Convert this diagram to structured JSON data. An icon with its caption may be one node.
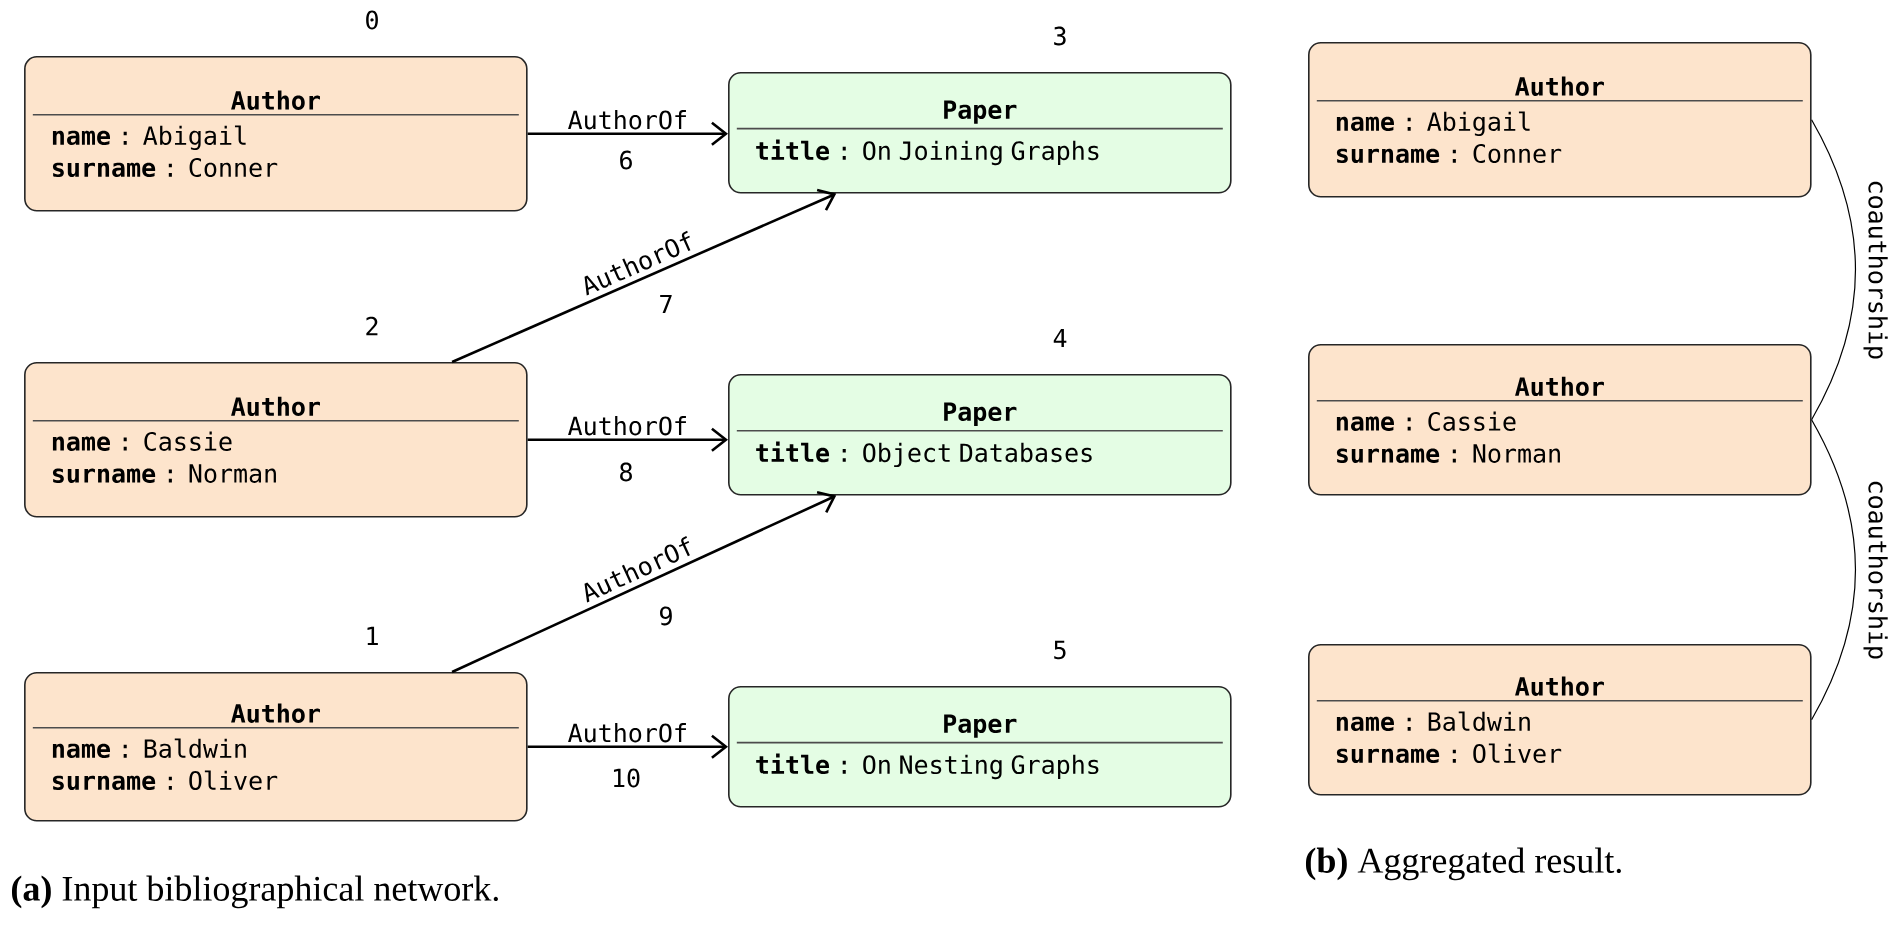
{
  "diagram": {
    "nodes": [
      {
        "text": [
          "Author",
          "**name** : Abigail",
          "**surname** : Conner"
        ],
        "beside": [
          "0"
        ]
      },
      {
        "text": [
          "Author",
          "**name** : Cassie",
          "**surname** : Norman"
        ],
        "beside": [
          "2"
        ]
      },
      {
        "text": [
          "Author",
          "**name** : Baldwin",
          "**surname** : Oliver"
        ],
        "beside": [
          "1"
        ]
      },
      {
        "text": [
          "Paper",
          "**title** :  On Joining Graphs"
        ],
        "beside": [
          "3"
        ]
      },
      {
        "text": [
          "Paper",
          "**title** :  Object Databases"
        ],
        "beside": [
          "4"
        ]
      },
      {
        "text": [
          "Paper",
          "**title** :  On Nesting Graphs"
        ],
        "beside": [
          "5"
        ]
      },
      {
        "text": [
          "Author",
          "**name** : Abigail",
          "**surname** : Conner"
        ]
      },
      {
        "text": [
          "Author",
          "**name** : Cassie",
          "**surname** : Norman"
        ]
      },
      {
        "text": [
          "Author",
          "**name** : Baldwin",
          "**surname** : Oliver"
        ]
      }
    ],
    "edges": [
      {
        "from": 0,
        "to": 3,
        "arrow": "to",
        "label": "AuthorOf"
      },
      {
        "from": 1,
        "to": 3,
        "arrow": "to",
        "label": "AuthorOf"
      },
      {
        "from": 1,
        "to": 4,
        "arrow": "to",
        "label": "AuthorOf"
      },
      {
        "from": 2,
        "to": 4,
        "arrow": "to",
        "label": "AuthorOf"
      },
      {
        "from": 2,
        "to": 5,
        "arrow": "to",
        "label": "AuthorOf"
      },
      {
        "from": 6,
        "to": 7,
        "arrow": "none",
        "label": "coauthorship"
      },
      {
        "from": 7,
        "to": 8,
        "arrow": "none",
        "label": "coauthorship"
      }
    ],
    "labels": [
      "6",
      "7",
      "8",
      "9",
      "10",
      "**(a)** Input bibliographical network.",
      "**(b)** Aggregated result."
    ]
  }
}
